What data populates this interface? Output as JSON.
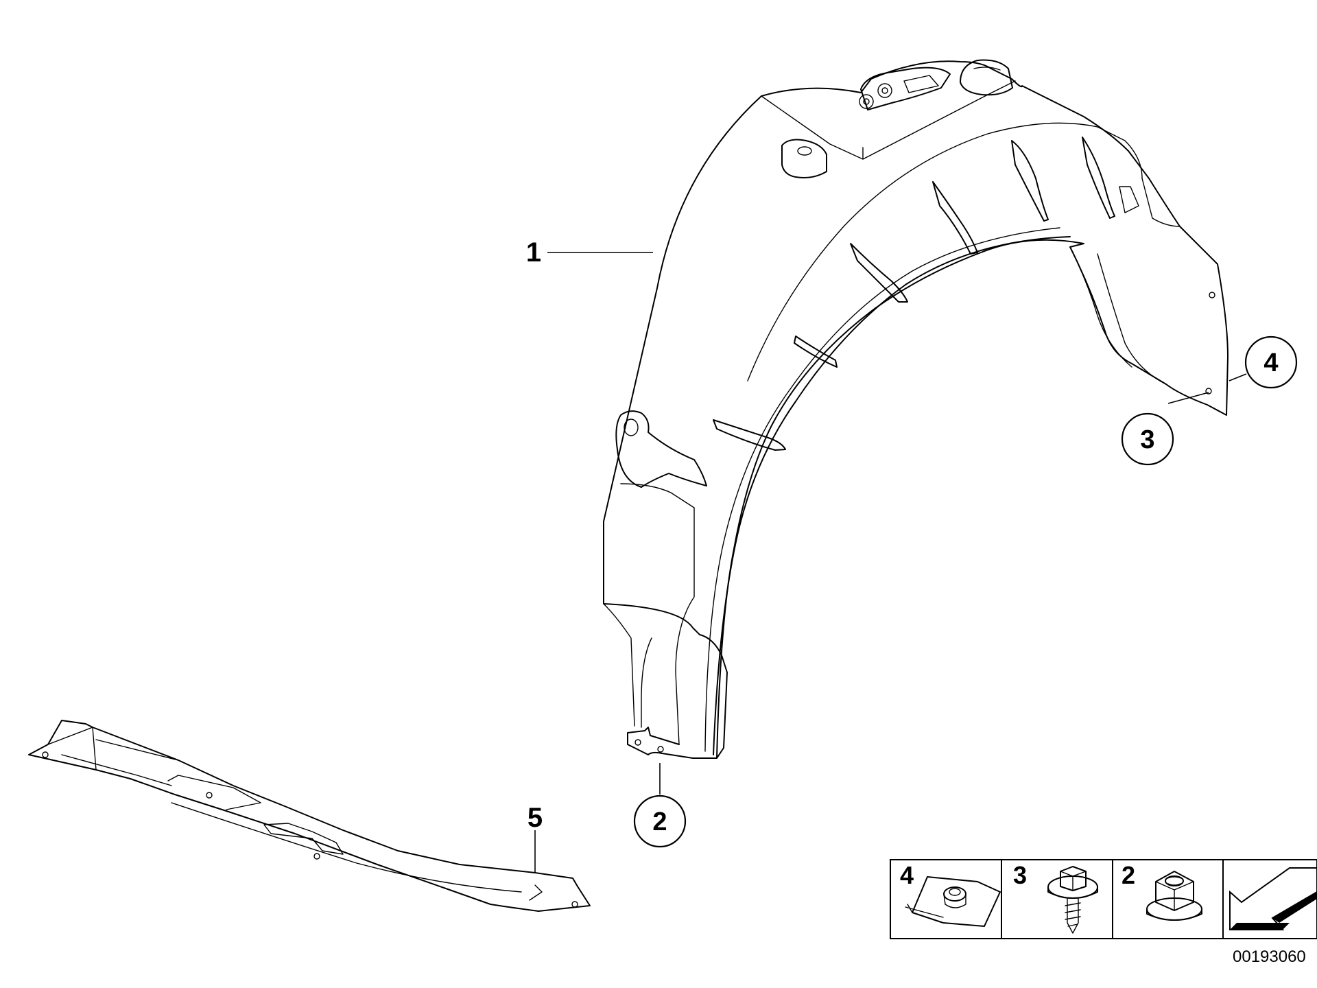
{
  "callouts": {
    "part1": "1",
    "part2": "2",
    "part3": "3",
    "part4": "4",
    "part5": "5"
  },
  "legend": {
    "cells": [
      {
        "label": "4",
        "icon": "clip-nut-icon"
      },
      {
        "label": "3",
        "icon": "screw-icon"
      },
      {
        "label": "2",
        "icon": "hex-nut-icon"
      },
      {
        "label": "",
        "icon": "direction-arrow-icon"
      }
    ]
  },
  "reference_number": "00193060"
}
